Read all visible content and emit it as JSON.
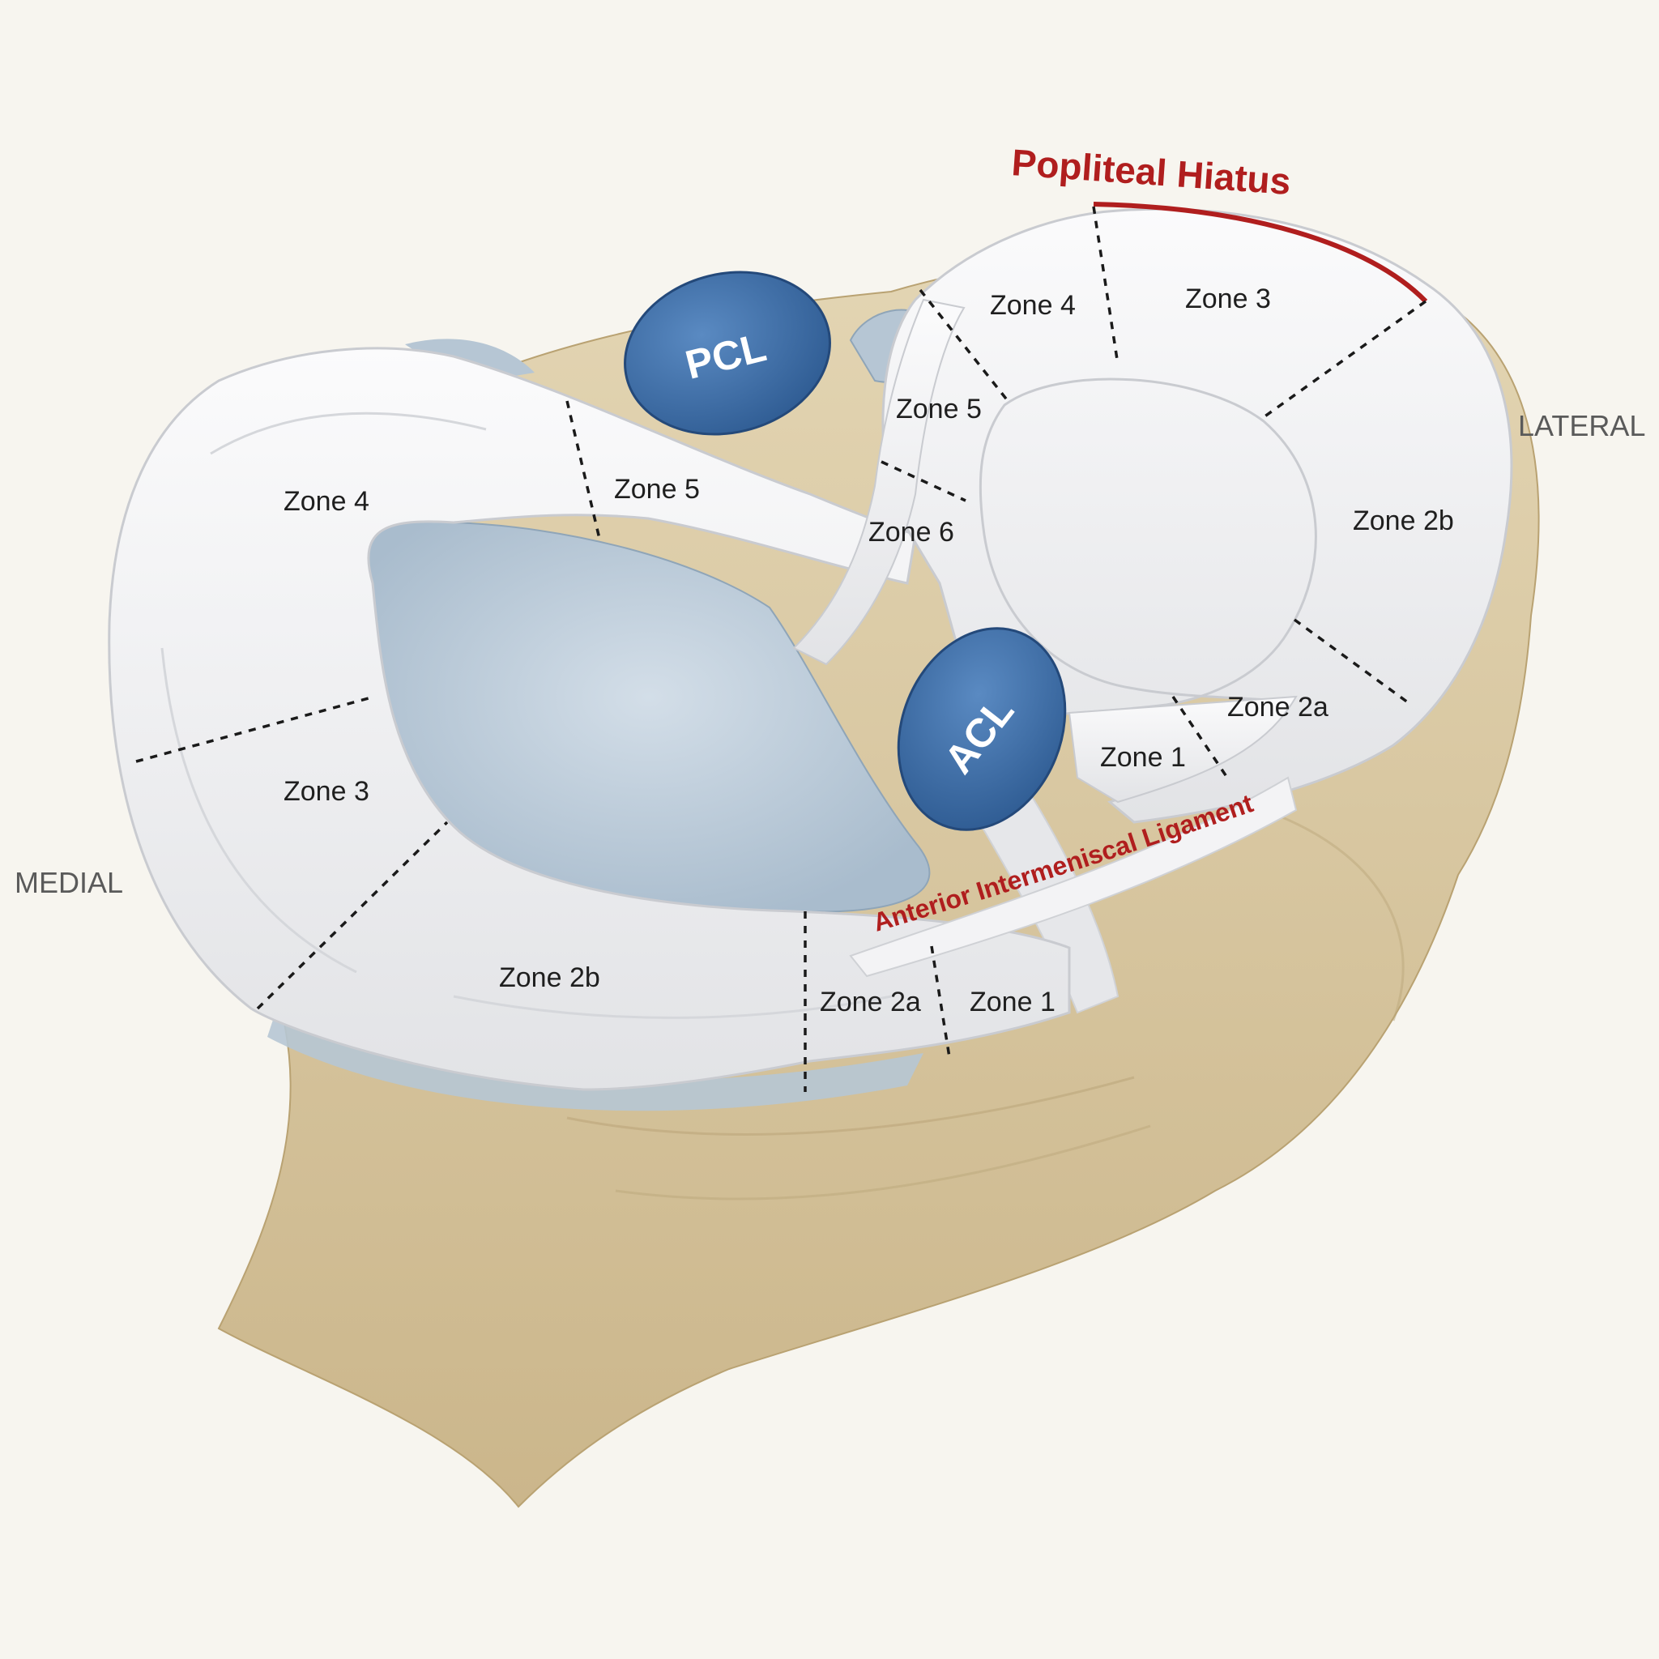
{
  "orientation": {
    "medial": "MEDIAL",
    "lateral": "LATERAL"
  },
  "ligaments": {
    "pcl": "PCL",
    "acl": "ACL"
  },
  "highlights": {
    "popliteal_hiatus": "Popliteal Hiatus",
    "anterior_intermeniscal_ligament": "Anterior Intermeniscal Ligament"
  },
  "medial_meniscus_zones": {
    "zone4": "Zone 4",
    "zone5": "Zone 5",
    "zone3": "Zone 3",
    "zone2b": "Zone 2b",
    "zone2a": "Zone 2a",
    "zone1": "Zone 1"
  },
  "lateral_meniscus_zones": {
    "zone4": "Zone 4",
    "zone3": "Zone 3",
    "zone5": "Zone 5",
    "zone6": "Zone 6",
    "zone2b": "Zone 2b",
    "zone2a": "Zone 2a",
    "zone1": "Zone 1"
  },
  "colors": {
    "background": "#f7f5ef",
    "bone": "#d8c7a1",
    "meniscus": "#f1f1f3",
    "cartilage": "#bfcdd9",
    "ligament_blue": "#3f6fa8",
    "accent_red": "#b01e1e"
  }
}
